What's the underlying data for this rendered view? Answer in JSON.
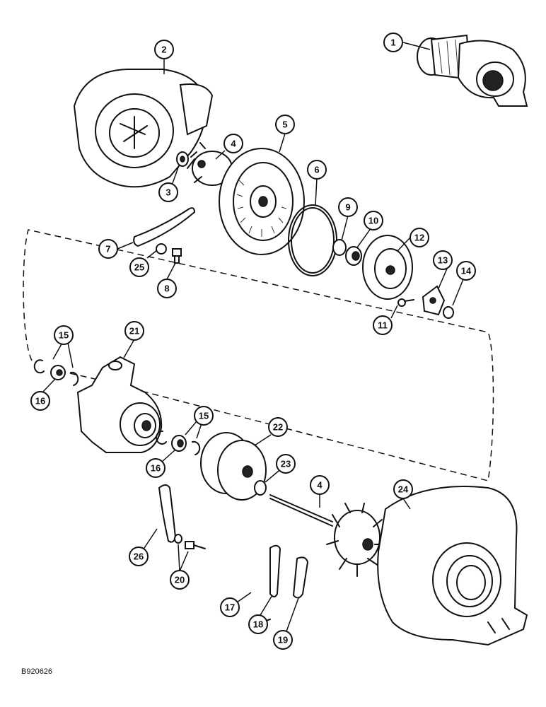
{
  "reference_code": "B920626",
  "callouts": [
    "1",
    "2",
    "3",
    "4",
    "5",
    "6",
    "7",
    "8",
    "9",
    "10",
    "11",
    "12",
    "13",
    "14",
    "15",
    "16",
    "21",
    "22",
    "23",
    "24",
    "25",
    "26",
    "20",
    "17",
    "18",
    "19"
  ],
  "labels": {
    "c1": "1",
    "c2": "2",
    "c3": "3",
    "c4a": "4",
    "c5": "5",
    "c6": "6",
    "c7": "7",
    "c8": "8",
    "c9": "9",
    "c10": "10",
    "c11": "11",
    "c12": "12",
    "c13": "13",
    "c14": "14",
    "c15a": "15",
    "c16a": "16",
    "c21": "21",
    "c15b": "15",
    "c16b": "16",
    "c22": "22",
    "c23": "23",
    "c4b": "4",
    "c24": "24",
    "c25": "25",
    "c26": "26",
    "c20": "20",
    "c17": "17",
    "c18": "18",
    "c19": "19"
  }
}
